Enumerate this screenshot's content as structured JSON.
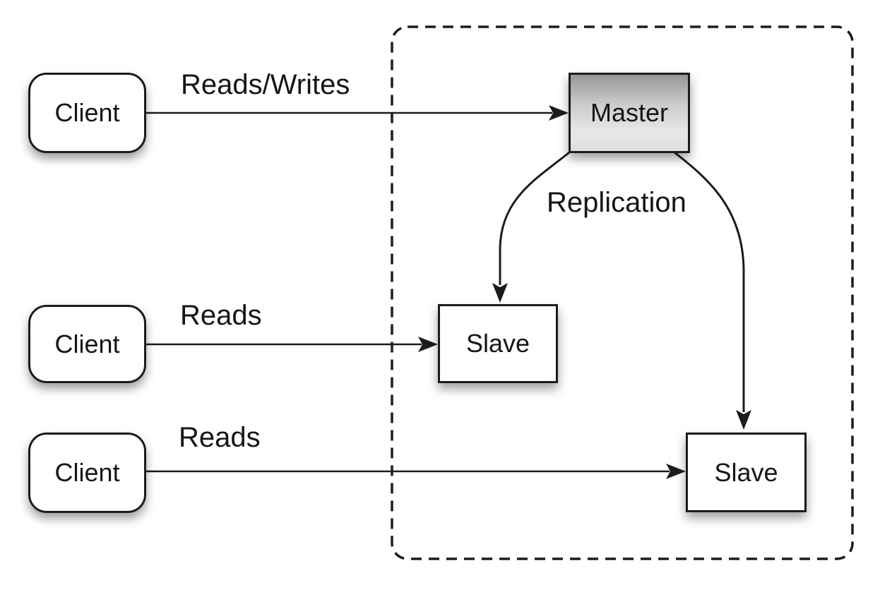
{
  "colors": {
    "background": "#ffffff",
    "stroke": "#1c1c1c",
    "node_fill": "#ffffff",
    "master_gradient_top": "#969696",
    "master_gradient_bottom": "#dedede"
  },
  "nodes": {
    "client_top": {
      "label": "Client"
    },
    "client_middle": {
      "label": "Client"
    },
    "client_bottom": {
      "label": "Client"
    },
    "master": {
      "label": "Master"
    },
    "slave_left": {
      "label": "Slave"
    },
    "slave_right": {
      "label": "Slave"
    }
  },
  "edge_labels": {
    "reads_writes": "Reads/Writes",
    "reads_middle": "Reads",
    "reads_bottom": "Reads",
    "replication": "Replication"
  }
}
